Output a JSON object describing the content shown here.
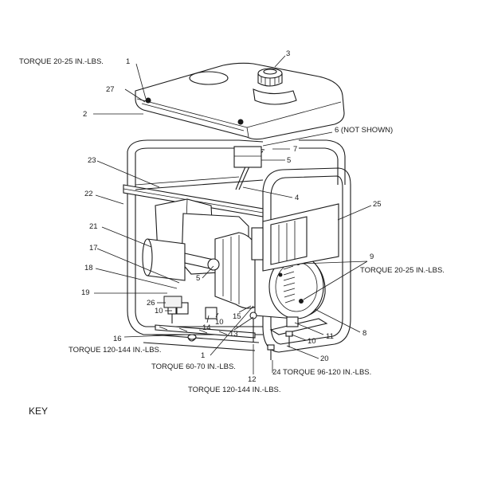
{
  "diagram": {
    "key_label": "KEY",
    "torque_notes": {
      "tank_bolts": "TORQUE 20-25 IN.-LBS.",
      "alternator_bolts": "TORQUE 20-25 IN.-LBS.",
      "front_left": "TORQUE 120-144 IN.-LBS.",
      "front_mid": "TORQUE 60-70 IN.-LBS.",
      "front_bottom": "TORQUE 120-144 IN.-LBS.",
      "rear_bolt": "24 TORQUE 96-120 IN.-LBS."
    },
    "callouts": {
      "c1_top": "1",
      "c27": "27",
      "c2": "2",
      "c3": "3",
      "c6": "6 (NOT SHOWN)",
      "c7": "7",
      "c5_top": "5",
      "c23": "23",
      "c22": "22",
      "c4": "4",
      "c25": "25",
      "c21": "21",
      "c17": "17",
      "c18": "18",
      "c5_mid": "5",
      "c9": "9",
      "c19": "19",
      "c26": "26",
      "c10_left": "10",
      "c14": "14",
      "c10_mid": "10",
      "c16": "16",
      "c15": "15",
      "c13": "13",
      "c1_bottom": "1",
      "c8": "8",
      "c11": "11",
      "c10_right": "10",
      "c20": "20",
      "c12": "12"
    }
  }
}
